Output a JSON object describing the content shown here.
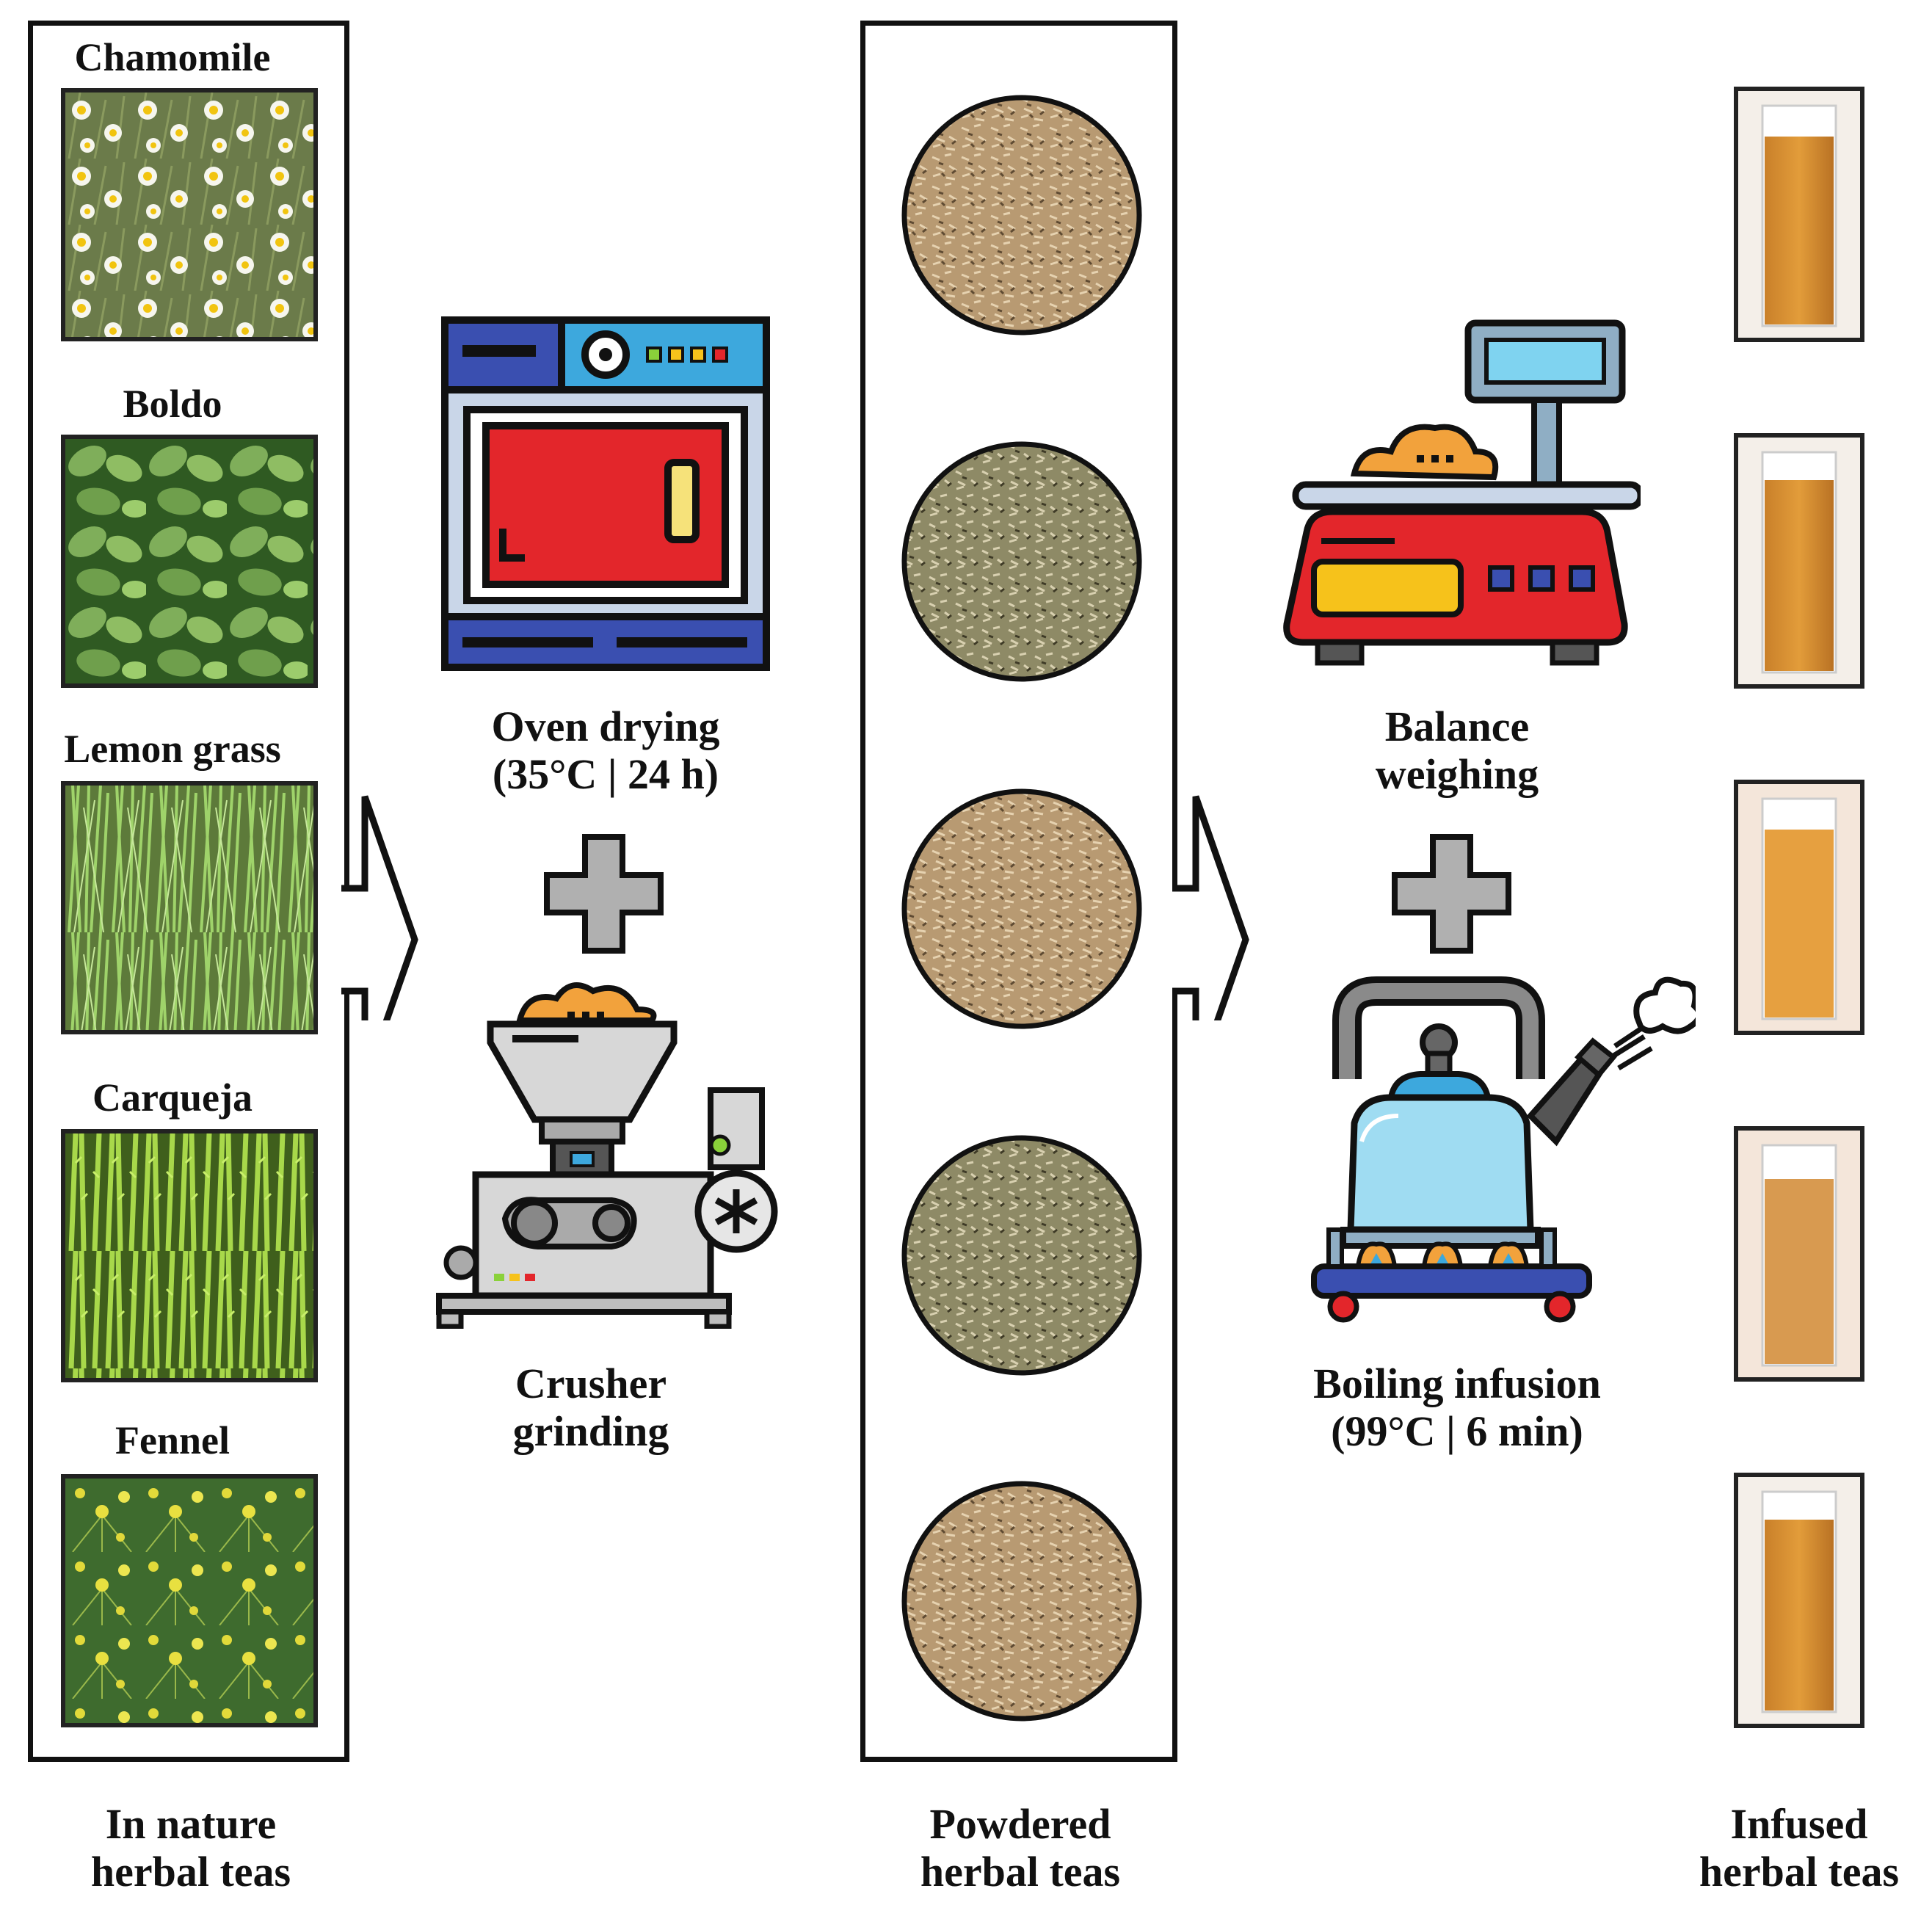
{
  "plants": [
    {
      "name": "Chamomile"
    },
    {
      "name": "Boldo"
    },
    {
      "name": "Lemon grass"
    },
    {
      "name": "Carqueja"
    },
    {
      "name": "Fennel"
    }
  ],
  "steps": {
    "oven": {
      "line1": "Oven drying",
      "line2": "(35°C | 24 h)"
    },
    "crusher": {
      "line1": "Crusher",
      "line2": "grinding"
    },
    "balance": {
      "line1": "Balance",
      "line2": "weighing"
    },
    "boiling": {
      "line1": "Boiling infusion",
      "line2": "(99°C | 6 min)"
    }
  },
  "columns": {
    "nature": {
      "line1": "In nature",
      "line2": "herbal teas"
    },
    "powdered": {
      "line1": "Powdered",
      "line2": "herbal teas"
    },
    "infused": {
      "line1": "Infused",
      "line2": "herbal teas"
    }
  },
  "colors": {
    "oven_body": "#e3262b",
    "oven_top": "#3a4fb0",
    "scale_body": "#e3262b",
    "kettle": "#9fdcf2",
    "tea": "#d9902f",
    "powder": "#b89a72"
  }
}
